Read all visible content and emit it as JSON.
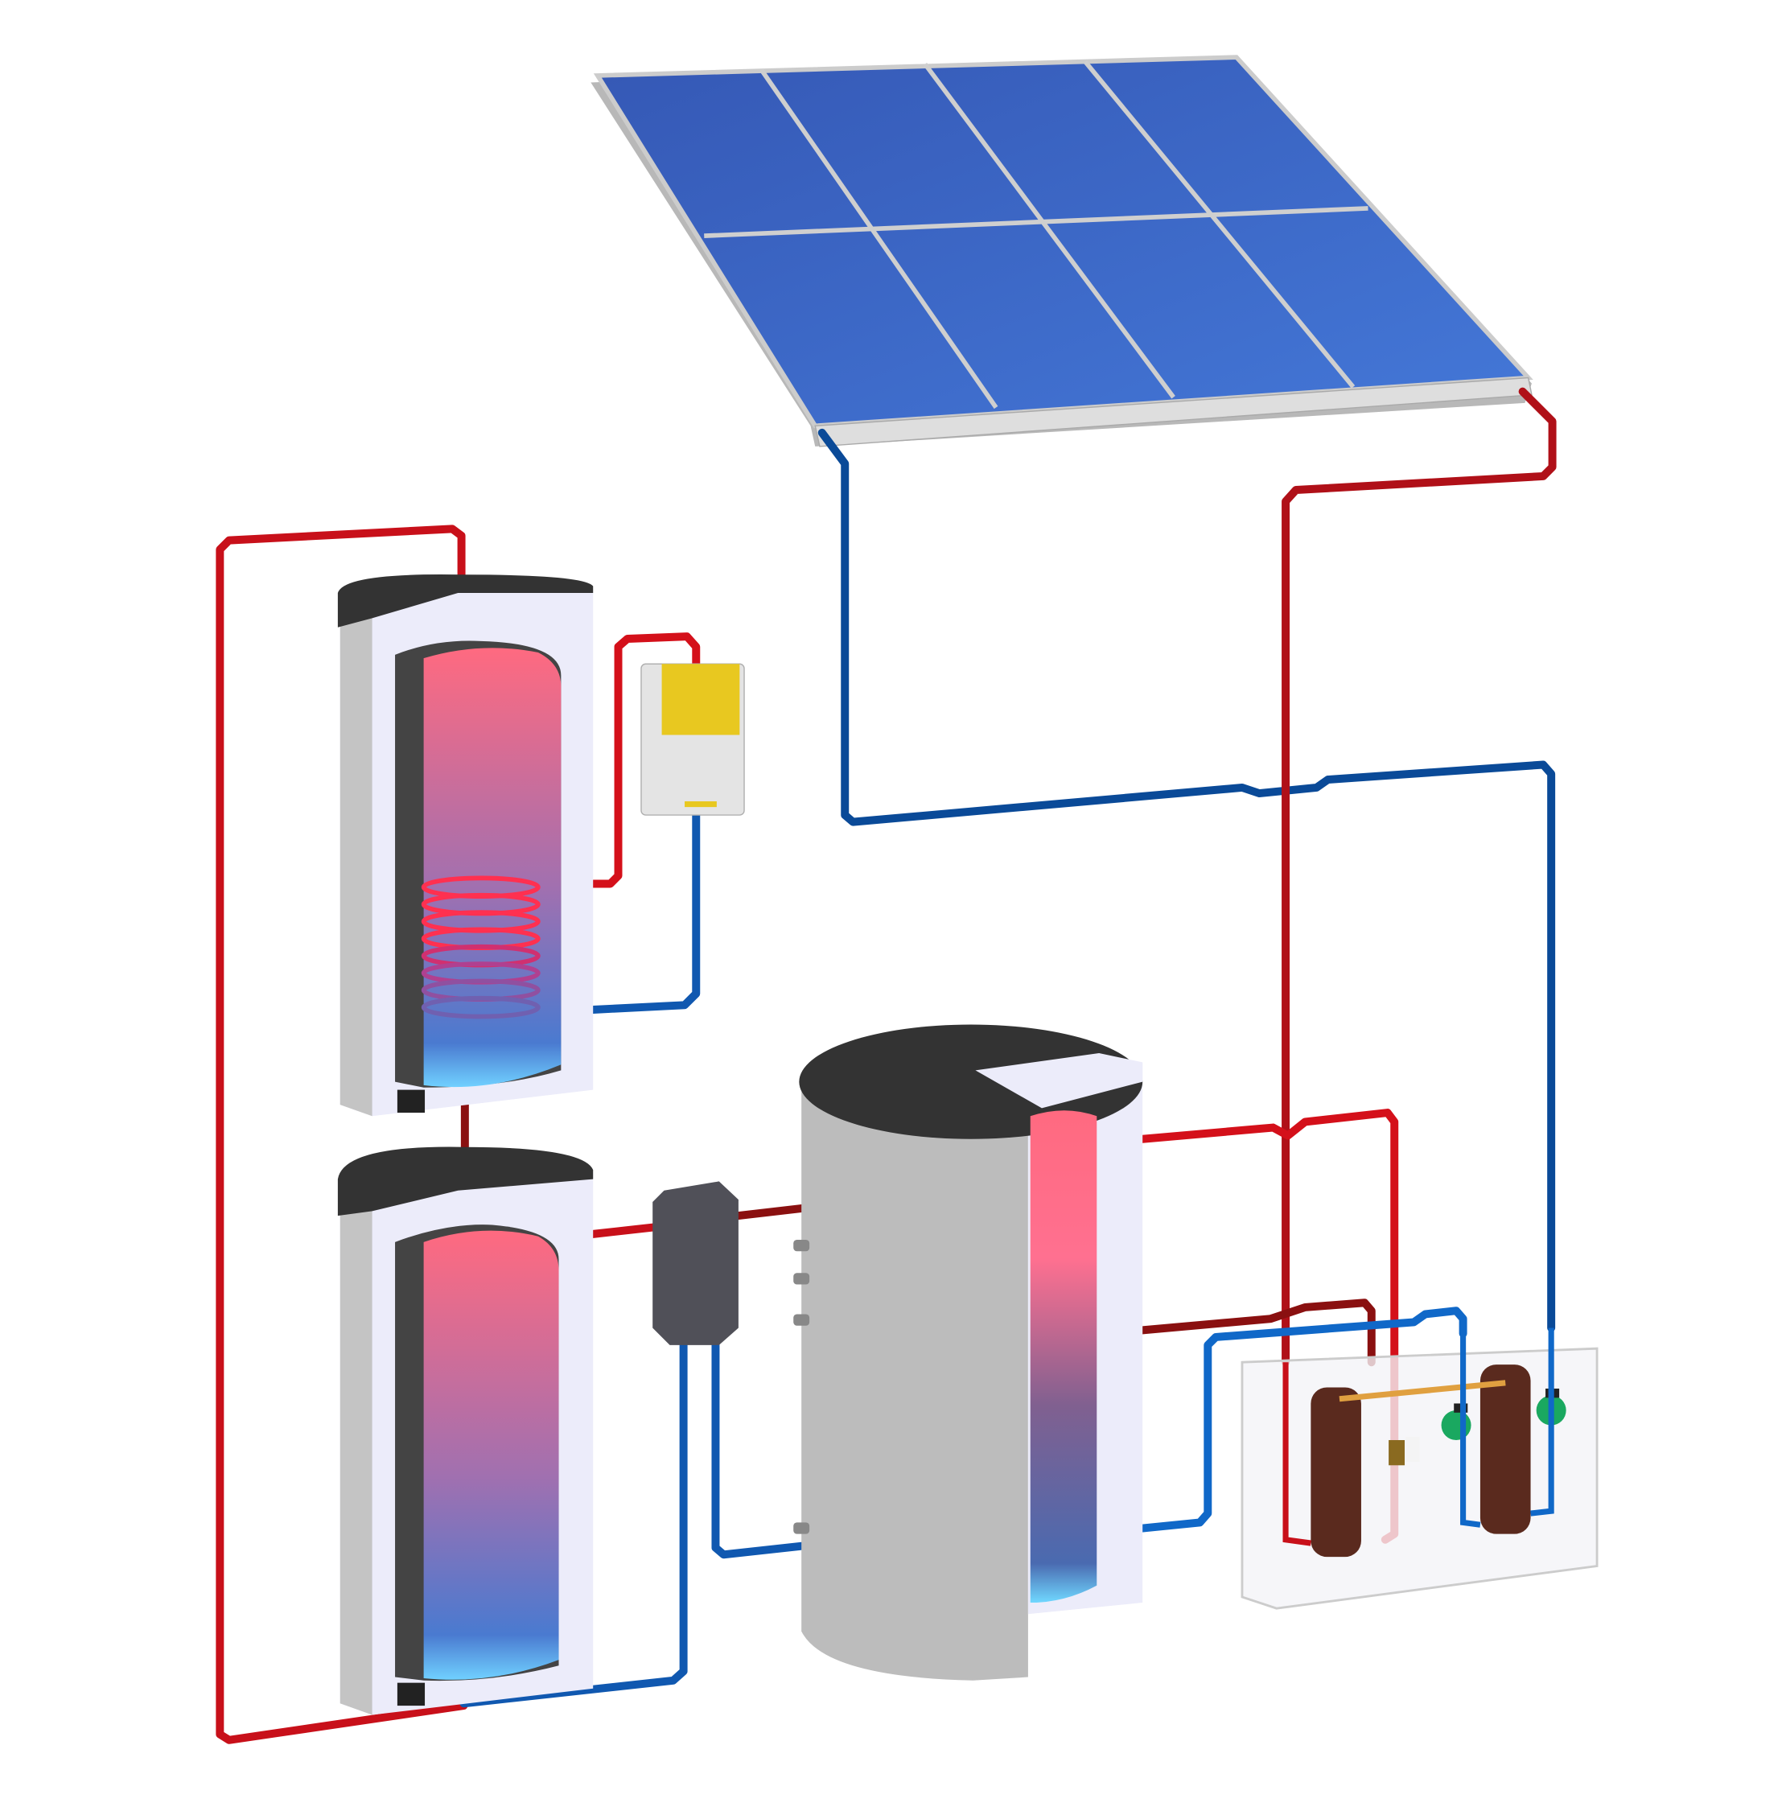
{
  "diagram": {
    "subject": "solar-thermal-heating-system",
    "components": [
      "solar-collector-array",
      "storage-tank-upper",
      "storage-tank-lower",
      "boiler-controller",
      "valve-box",
      "buffer-tank",
      "pump-station"
    ],
    "colors": {
      "hot_pipe": "#d4101a",
      "hot_pipe_dark": "#8a1010",
      "cold_pipe": "#1060b8",
      "cold_pipe_dark": "#0a3a80",
      "panel": "#3a62c4",
      "panel_frame": "#c8c8c8",
      "tank_body": "#c4c4c4",
      "tank_insulation": "#ececfa",
      "tank_top": "#333333",
      "hot_water": "#ff6a80",
      "cold_water": "#4a8ad8",
      "controller_accent": "#e8c820",
      "pump": "#1aa860",
      "exchanger": "#5a2a1e"
    }
  }
}
